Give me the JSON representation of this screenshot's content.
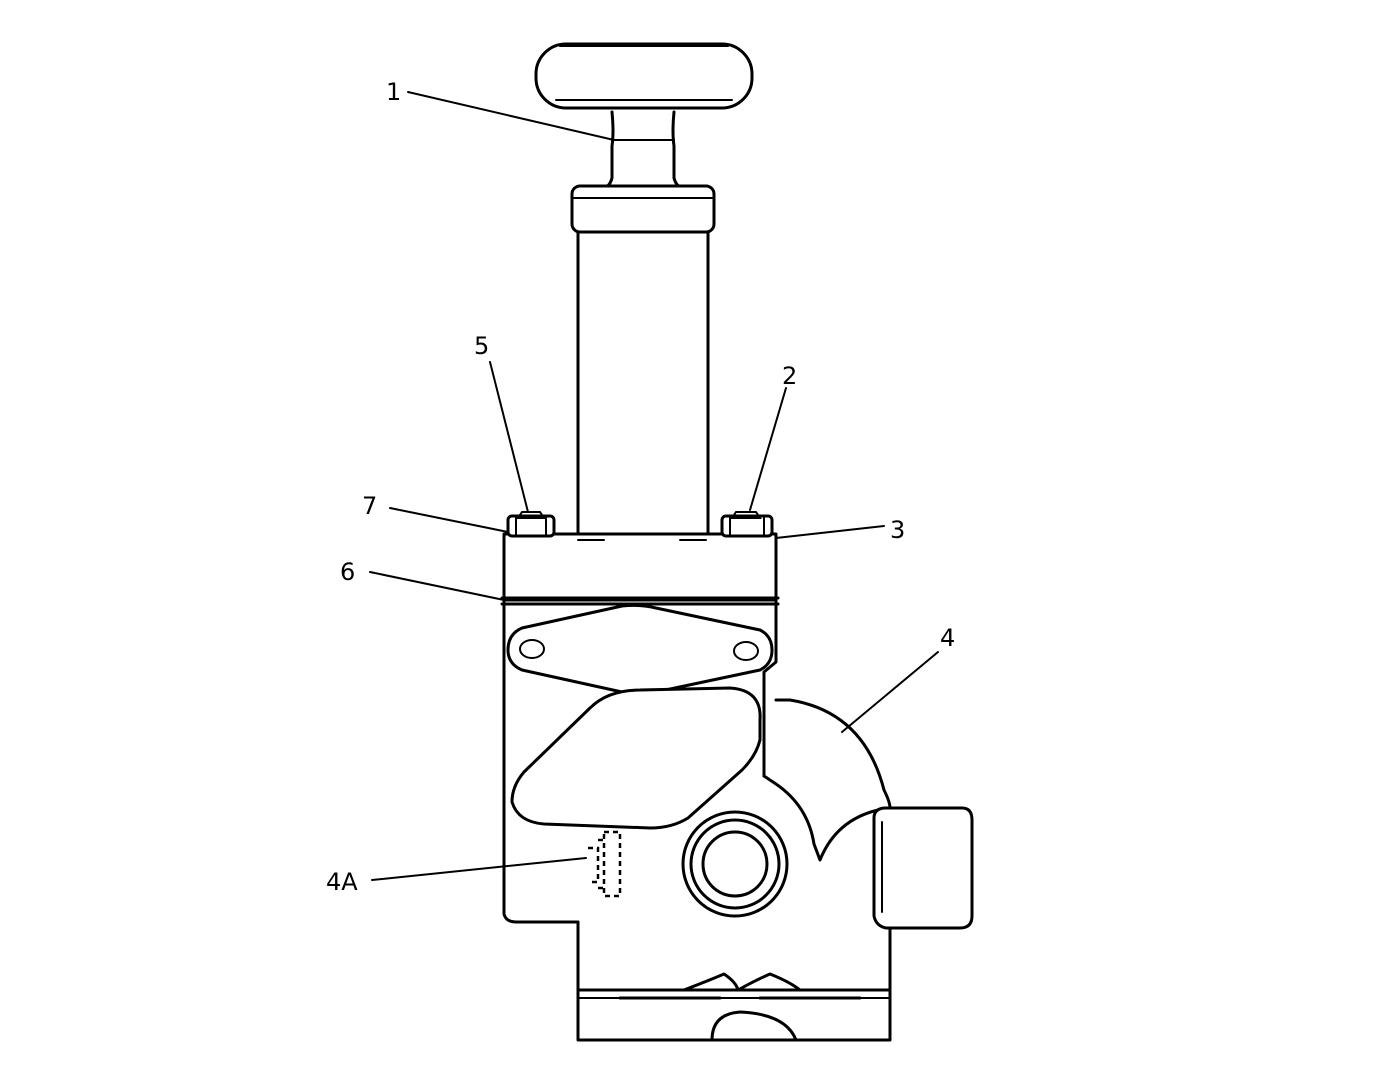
{
  "callouts": [
    {
      "id": "1",
      "text": "1"
    },
    {
      "id": "2",
      "text": "2"
    },
    {
      "id": "3",
      "text": "3"
    },
    {
      "id": "4",
      "text": "4"
    },
    {
      "id": "4A",
      "text": "4A"
    },
    {
      "id": "5",
      "text": "5"
    },
    {
      "id": "6",
      "text": "6"
    },
    {
      "id": "7",
      "text": "7"
    }
  ]
}
